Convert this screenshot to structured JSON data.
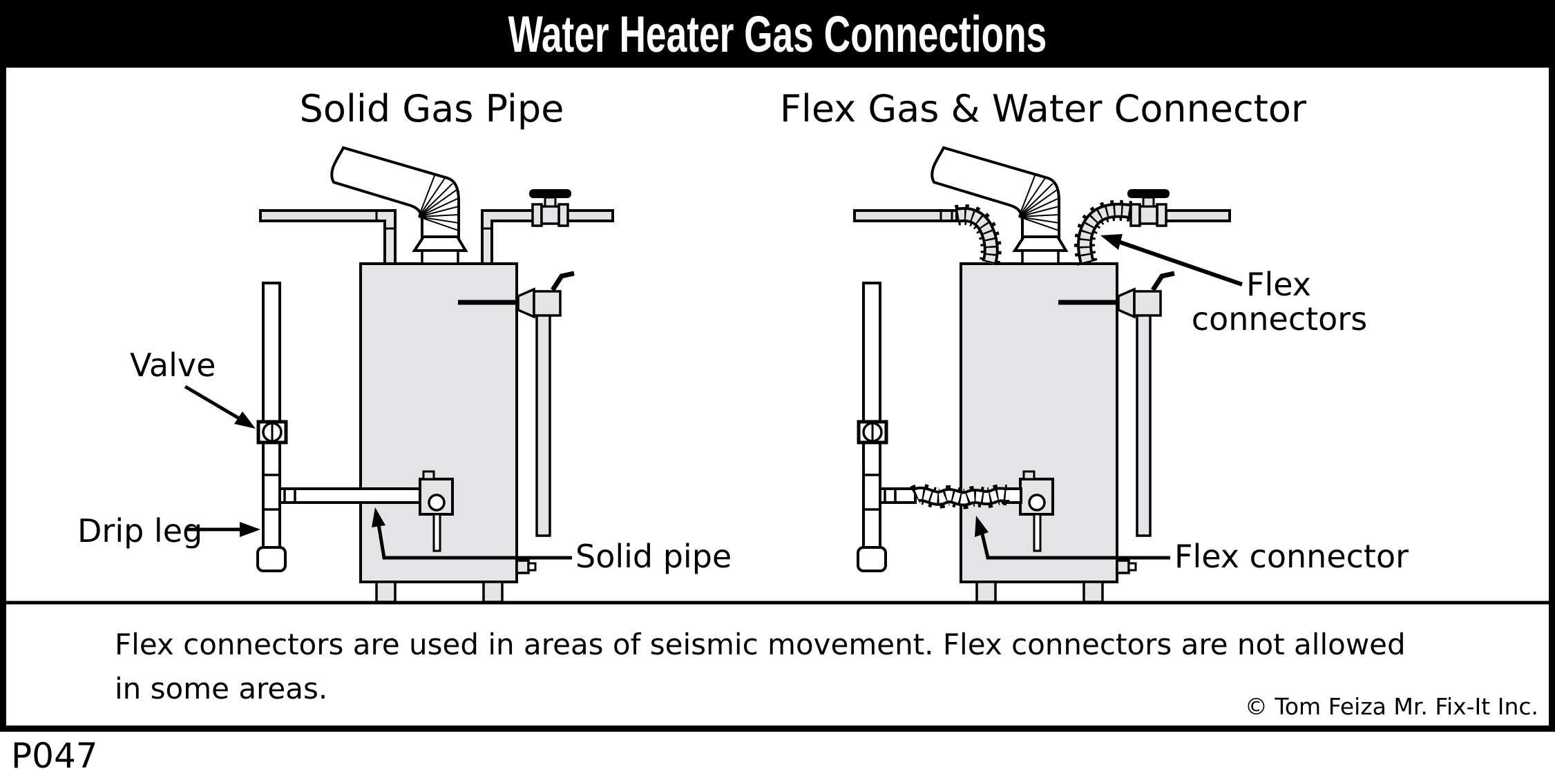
{
  "banner": {
    "title": "Water Heater Gas Connections"
  },
  "panels": {
    "left": {
      "heading": "Solid Gas Pipe",
      "labels": {
        "valve": "Valve",
        "drip_leg": "Drip leg",
        "solid_pipe": "Solid pipe"
      }
    },
    "right": {
      "heading": "Flex Gas & Water Connector",
      "labels": {
        "flex_connectors_line1": "Flex",
        "flex_connectors_line2": "connectors",
        "flex_connector": "Flex connector"
      }
    }
  },
  "caption": {
    "line1": "Flex connectors are used in areas of seismic movement. Flex connectors are not allowed",
    "line2": "in some areas."
  },
  "credit": "© Tom Feiza Mr. Fix-It Inc.",
  "code": "P047",
  "colors": {
    "ink": "#000000",
    "gray": "#e4e4e6",
    "banner_bg": "#000000",
    "banner_text": "#ffffff",
    "page_bg": "#ffffff"
  }
}
